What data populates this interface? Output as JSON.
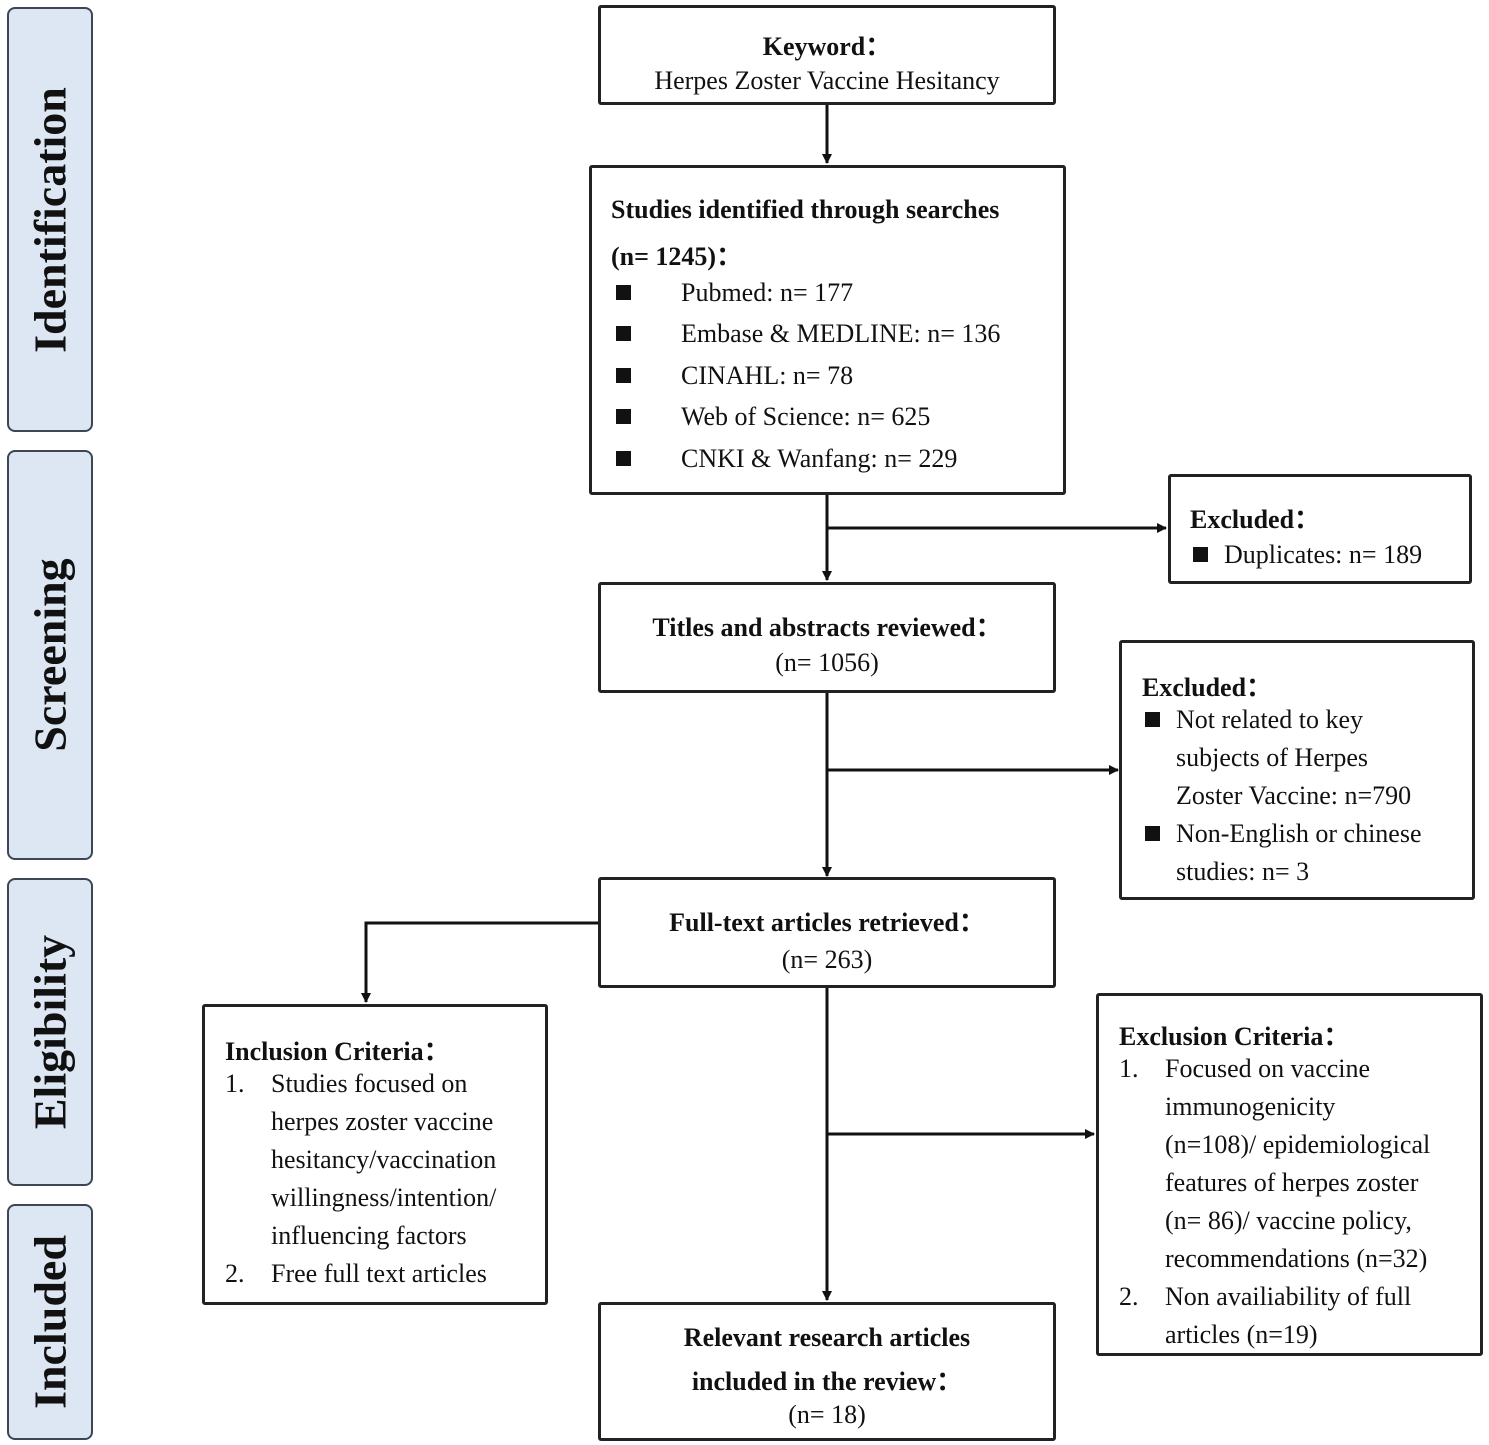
{
  "phases": {
    "identification": "Identification",
    "screening": "Screening",
    "eligibility": "Eligibility",
    "included": "Included"
  },
  "keyword_box": {
    "title": "Keyword：",
    "text": "Herpes Zoster Vaccine Hesitancy"
  },
  "identified_box": {
    "title_line1": "Studies identified through searches",
    "title_line2": "(n= 1245)：",
    "items": [
      "Pubmed: n= 177",
      "Embase & MEDLINE: n= 136",
      "CINAHL: n= 78",
      "Web of Science: n= 625",
      "CNKI & Wanfang: n= 229"
    ]
  },
  "excluded_duplicates_box": {
    "title": "Excluded：",
    "item": "Duplicates: n= 189"
  },
  "titles_box": {
    "title": "Titles and abstracts reviewed：",
    "count": "(n= 1056)"
  },
  "excluded_subjects_box": {
    "title": "Excluded：",
    "item1_lines": [
      "Not related to key",
      "subjects of Herpes",
      "Zoster Vaccine: n=790"
    ],
    "item2_lines": [
      "Non-English or chinese",
      "studies: n= 3"
    ]
  },
  "fulltext_box": {
    "title": "Full-text articles retrieved：",
    "count": "(n= 263)"
  },
  "inclusion_box": {
    "title": "Inclusion Criteria：",
    "item1_num": "1.",
    "item1_lines": [
      "Studies focused on",
      "herpes zoster vaccine",
      "hesitancy/vaccination",
      "willingness/intention/",
      "influencing factors"
    ],
    "item2_num": "2.",
    "item2_lines": [
      "Free full text articles"
    ]
  },
  "exclusion_box": {
    "title": "Exclusion Criteria：",
    "item1_num": "1.",
    "item1_lines": [
      "Focused on vaccine",
      "immunogenicity",
      "(n=108)/ epidemiological",
      "features of herpes zoster",
      "(n= 86)/ vaccine policy,",
      "recommendations (n=32)"
    ],
    "item2_num": "2.",
    "item2_lines": [
      "Non availiability of full",
      "articles (n=19)"
    ]
  },
  "included_box": {
    "title_line1": "Relevant research articles",
    "title_line2": "included in the review：",
    "count": "(n= 18)"
  }
}
